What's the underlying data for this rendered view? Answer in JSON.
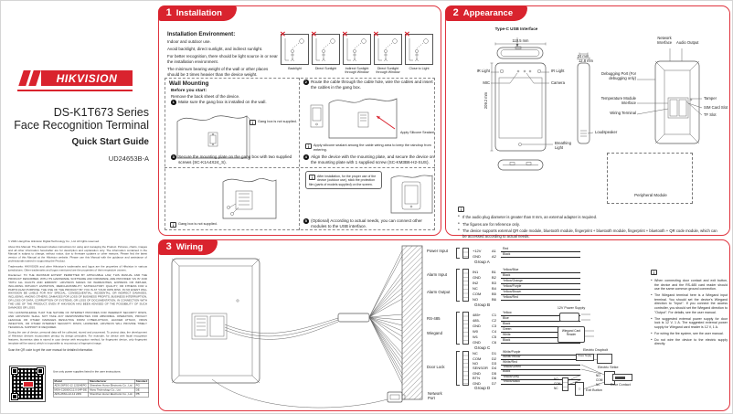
{
  "page": {
    "brand": "HIKVISION",
    "brand_red": "#d9232e",
    "title_series": "DS-K1T673 Series",
    "title_product": "Face Recognition Terminal",
    "doc_type": "Quick Start Guide",
    "doc_code": "UD24653B-A"
  },
  "sidebar": {
    "legal": [
      "© 2021 Hangzhou Hikvision Digital Technology Co., Ltd. All rights reserved.",
      "About this Manual: The Manual includes instructions for using and managing the Product. Pictures, charts, images and all other information hereinafter are for description and explanation only. The information contained in the Manual is subject to change, without notice, due to firmware updates or other reasons. Please find the latest version of this Manual at the Hikvision website. Please use this Manual with the guidance and assistance of professionals trained in supporting the Product.",
      "Trademarks: HIKVISION and other Hikvision's trademarks and logos are the properties of Hikvision in various jurisdictions. Other trademarks and logos mentioned are the properties of their respective owners.",
      "Disclaimer: TO THE MAXIMUM EXTENT PERMITTED BY APPLICABLE LAW, THIS MANUAL AND THE PRODUCT DESCRIBED, WITH ITS HARDWARE, SOFTWARE AND FIRMWARE, ARE PROVIDED \"AS IS\" AND \"WITH ALL FAULTS AND ERRORS\". HIKVISION MAKES NO WARRANTIES, EXPRESS OR IMPLIED, INCLUDING WITHOUT LIMITATION, MERCHANTABILITY, SATISFACTORY QUALITY, OR FITNESS FOR A PARTICULAR PURPOSE. THE USE OF THE PRODUCT BY YOU IS AT YOUR OWN RISK. IN NO EVENT WILL HIKVISION BE LIABLE FOR ANY SPECIAL, CONSEQUENTIAL, INCIDENTAL, OR INDIRECT DAMAGES, INCLUDING, AMONG OTHERS, DAMAGES FOR LOSS OF BUSINESS PROFITS, BUSINESS INTERRUPTION, OR LOSS OF DATA, CORRUPTION OF SYSTEMS, OR LOSS OF DOCUMENTATION, IN CONNECTION WITH THE USE OF THE PRODUCT, EVEN IF HIKVISION HAS BEEN ADVISED OF THE POSSIBILITY OF SUCH DAMAGES OR LOSS.",
      "YOU ACKNOWLEDGE THAT THE NATURE OF INTERNET PROVIDES FOR INHERENT SECURITY RISKS, AND HIKVISION SHALL NOT TAKE ANY RESPONSIBILITIES FOR ABNORMAL OPERATION, PRIVACY LEAKAGE OR OTHER DAMAGES RESULTING FROM CYBER-ATTACK, HACKER ATTACK, VIRUS INFECTION, OR OTHER INTERNET SECURITY RISKS; HOWEVER, HIKVISION WILL PROVIDE TIMELY TECHNICAL SUPPORT IF REQUIRED.",
      "During the use of device, personal data will be collected, stored and processed. To protect data, the development of Hikvision devices incorporates privacy by design principles. For example, for device with facial recognition features, biometrics data is stored in your device with encryption method; for fingerprint device, only fingerprint template will be saved, which is impossible to reconstruct a fingerprint image."
    ],
    "scan_note": "Scan the QR code to get the user manual for detailed information.",
    "power_note": "Use only power supplies listed in the user instructions:",
    "table": {
      "headers": [
        "Model",
        "Manufacturer",
        "Standard"
      ],
      "rows": [
        [
          "ADS-26FSG-12 12024EPG",
          "Shenzhen Honor Electronic Co., Ltd.",
          "PG"
        ],
        [
          "MSA-C2000IC12.0-24P-DE",
          "Moso Technology Co., Ltd.",
          "DE"
        ],
        [
          "ADS-26SG-12-12 24W",
          "Shenzhen Honor Electronic Co., Ltd.",
          "PB"
        ]
      ]
    }
  },
  "installation": {
    "num": "1",
    "title": "Installation",
    "env_title": "Installation Environment:",
    "env_lines": [
      "Indoor and outdoor use.",
      "Avoid backlight, direct sunlight, and indirect sunlight.",
      "For better recognition, there should be light source in or near the installation environment.",
      "The minimum bearing weight of the wall or other places should be 3 times heavier than the device weight."
    ],
    "warnings": [
      "Backlight",
      "Direct Sunlight",
      "Indirect Sunlight through Window",
      "Direct Sunlight through Window",
      "Close to Light"
    ],
    "wall_title": "Wall Mounting",
    "before_title": "Before you start:",
    "before_text": "Remove the back sheet of the device.",
    "step1": "Make sure the gang box is installed on the wall.",
    "step2": "Route the cable through the cable hole, wire the cables and insert the cables in the gang box.",
    "step3": "Secure the mounting plate on the gang box with two supplied screws (SC-K1A4X24_S).",
    "step4": "Align the device with the mounting plate, and secure the device on the mounting plate with 1 supplied screw (SC-KM3B6-H2-SUS).",
    "step5": "(Optional) According to actual needs, you can connect other modules to the USB interface.",
    "note_gangbox": "Gang box is not supplied.",
    "note_gangbox2": "Gang box is not supplied.",
    "silicone_label": "Apply Silicone Sealant",
    "note_silicone": "Apply silicone sealant among the cable wiring area to keep the raindrop from entering.",
    "note_film": "After installation, for the proper use of the device (outdoor use), stick the protection film (parts of models supplied) on the screen."
  },
  "appearance": {
    "num": "2",
    "title": "Appearance",
    "labels": {
      "type_c": "Type-C USB Interface",
      "dim_width": "110.5 mm",
      "dim_height": "209.2 mm",
      "dim_depth": "24 mm",
      "dim_depth2": "12.8 mm",
      "ir_left": "IR Light",
      "mic": "MIC",
      "ir_right": "IR Light",
      "camera": "Camera",
      "breathing": "Breathing Light",
      "loudspeaker": "Loudspeaker",
      "network_interface": "Network Interface",
      "audio_output": "Audio Output",
      "debugging": "Debugging Port (For debugging only)",
      "temperature": "Temperature Module Interface",
      "wiring_terminal": "Wiring Terminal",
      "tamper": "Tamper",
      "sim": "SIM Card Slot",
      "tf": "TF Slot",
      "peripheral": "Peripheral Module"
    },
    "notes": [
      "If the audio plug diameter is greater than 8 mm, an external adapter is required.",
      "The figures are for reference only.",
      "The device supports external QR code module, bluetooth module, fingerprint + bluetooth module, fingerprint + bluetooth + QR code module, which can be accessed according to actual needs."
    ]
  },
  "wiring": {
    "num": "3",
    "title": "Wiring",
    "left_labels": [
      "Power Input",
      "Alarm Input",
      "Alarm Output",
      "RS-485",
      "Wiegand",
      "Door Lock"
    ],
    "network_port": "Network Port",
    "groups": [
      {
        "name": "Group A",
        "rows": [
          {
            "t": "+12V",
            "pin": "A1",
            "wire": "Red"
          },
          {
            "t": "GND",
            "pin": "A2",
            "wire": "Black"
          }
        ]
      },
      {
        "name": "Group B",
        "rows": [
          {
            "t": "IN1",
            "pin": "B1",
            "wire": "Yellow/Blue"
          },
          {
            "t": "GND",
            "pin": "B2",
            "wire": "Black"
          },
          {
            "t": "IN2",
            "pin": "B3",
            "wire": "Yellow/Orange"
          },
          {
            "t": "NC",
            "pin": "B4",
            "wire": "Yellow/Purple"
          },
          {
            "t": "COM",
            "pin": "B5",
            "wire": "Yellow/Brown"
          },
          {
            "t": "NO",
            "pin": "B6",
            "wire": "Yellow/Red"
          }
        ]
      },
      {
        "name": "Group C",
        "rows": [
          {
            "t": "485+",
            "pin": "C1",
            "wire": "Yellow"
          },
          {
            "t": "485-",
            "pin": "C2",
            "wire": "Blue"
          },
          {
            "t": "GND",
            "pin": "C3",
            "wire": "Black"
          },
          {
            "t": "W0",
            "pin": "C4",
            "wire": "Green"
          },
          {
            "t": "W1",
            "pin": "C5",
            "wire": "White"
          },
          {
            "t": "GND",
            "pin": "C6",
            "wire": "Black"
          }
        ]
      },
      {
        "name": "Group D",
        "rows": [
          {
            "t": "NC",
            "pin": "D1",
            "wire": "White/Purple"
          },
          {
            "t": "COM",
            "pin": "D2",
            "wire": "White/Yellow"
          },
          {
            "t": "NO",
            "pin": "D3",
            "wire": "White/Red"
          },
          {
            "t": "SENSOR",
            "pin": "D4",
            "wire": "Yellow/Green"
          },
          {
            "t": "GND",
            "pin": "D5",
            "wire": "Black"
          },
          {
            "t": "BTN",
            "pin": "D6",
            "wire": "Yellow/Grey"
          },
          {
            "t": "GND",
            "pin": "D7",
            "wire": "Yellow/Black"
          }
        ]
      }
    ],
    "devices": {
      "psu": "12V Power Supply",
      "wiegand_reader": "Wiegand Card Reader",
      "dropbolt": "Electric Dropbolt",
      "psu2": "Power Supply",
      "strike": "Electric Strike",
      "door_contact": "Door Contact",
      "exit_button": "Exit Button",
      "relay": [
        "NO",
        "COM",
        "NC"
      ],
      "relay2": [
        "NO",
        "COM",
        "NC"
      ]
    },
    "notes": [
      "When connecting door contact and exit button, the device and the RS-485 card reader should use the same common ground connection.",
      "The Wiegand terminal here is a Wiegand input terminal. You should set the device's Wiegand direction to \"Input\". If you connect the access controller, you should set the Wiegand direction to \"Output\". For details, see the user manual.",
      "The suggested external power supply for door lock is 12 V, 1 A. The suggested external power supply for Wiegand card reader is 12 V, 1 A.",
      "For wiring the fire system, see the user manual.",
      "Do not wire the device to the electric supply directly."
    ]
  }
}
